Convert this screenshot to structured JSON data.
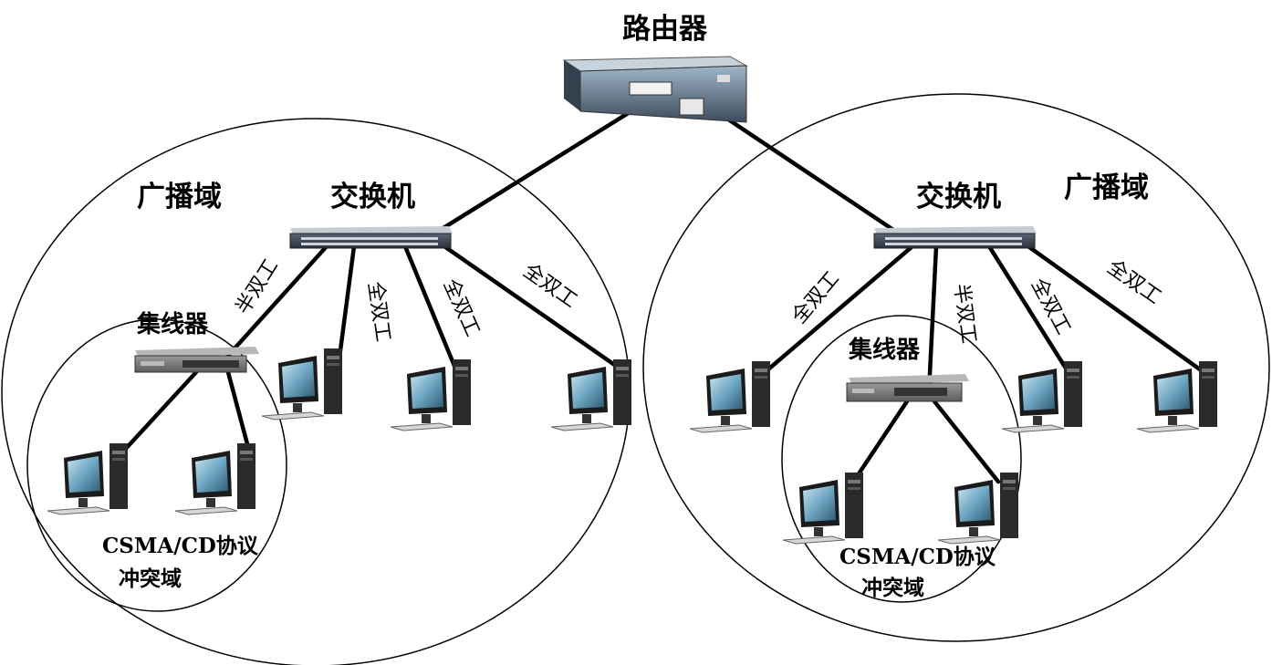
{
  "router": {
    "label": "路由器",
    "icon": "router-icon"
  },
  "left_network": {
    "broadcast_domain_label": "广播域",
    "switch_label": "交换机",
    "hub_label": "集线器",
    "link_labels": [
      "半双工",
      "全双工",
      "全双工",
      "全双工"
    ],
    "collision_domain": {
      "protocol_label": "CSMA/CD协议",
      "domain_label": "冲突域"
    }
  },
  "right_network": {
    "broadcast_domain_label": "广播域",
    "switch_label": "交换机",
    "hub_label": "集线器",
    "link_labels": [
      "全双工",
      "半双工",
      "全双工",
      "全双工"
    ],
    "collision_domain": {
      "protocol_label": "CSMA/CD协议",
      "domain_label": "冲突域"
    }
  },
  "colors": {
    "line": "#000000",
    "device_body": "#3a4150",
    "screen": "#7fb3cc",
    "case": "#2b2b2b"
  }
}
